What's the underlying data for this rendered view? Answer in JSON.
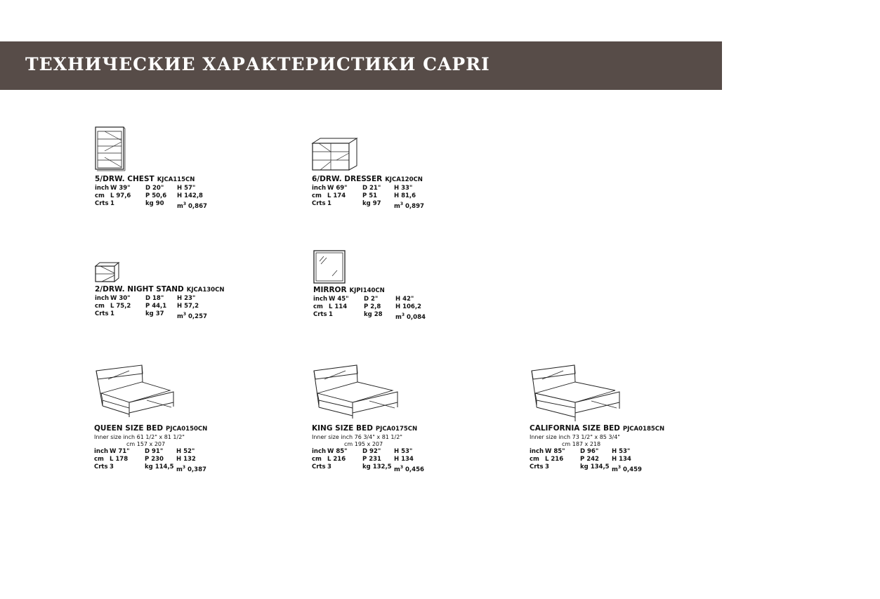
{
  "header": {
    "title": "ТЕХНИЧЕСКИЕ ХАРАКТЕРИСТИКИ CAPRI"
  },
  "items": [
    {
      "name": "5/DRW. CHEST",
      "code": "KJCA115CN",
      "rows": [
        [
          "inch",
          "W 39\"",
          "D 20\"",
          "H 57\""
        ],
        [
          "cm",
          "L 97,6",
          "P 50,6",
          "H 142,8"
        ],
        [
          "Crts",
          "1",
          "kg 90",
          "0,867"
        ]
      ]
    },
    {
      "name": "6/DRW. DRESSER",
      "code": "KJCA120CN",
      "rows": [
        [
          "inch",
          "W 69\"",
          "D 21\"",
          "H 33\""
        ],
        [
          "cm",
          "L 174",
          "P 51",
          "H 81,6"
        ],
        [
          "Crts",
          "1",
          "kg 97",
          "0,897"
        ]
      ]
    },
    {
      "name": "2/DRW. NIGHT STAND",
      "code": "KJCA130CN",
      "rows": [
        [
          "inch",
          "W 30\"",
          "D 18\"",
          "H 23\""
        ],
        [
          "cm",
          "L 75,2",
          "P 44,1",
          "H 57,2"
        ],
        [
          "Crts",
          "1",
          "kg 37",
          "0,257"
        ]
      ]
    },
    {
      "name": "MIRROR",
      "code": "KJPI140CN",
      "rows": [
        [
          "inch",
          "W 45\"",
          "D 2\"",
          "H 42\""
        ],
        [
          "cm",
          "L 114",
          "P 2,8",
          "H 106,2"
        ],
        [
          "Crts",
          "1",
          "kg 28",
          "0,084"
        ]
      ]
    },
    {
      "name": "QUEEN SIZE BED",
      "code": "PJCA0150CN",
      "inner_inch": "Inner size inch 61 1/2\" x 81 1/2\"",
      "inner_cm": "cm 157 x 207",
      "rows": [
        [
          "inch",
          "W 71\"",
          "D 91\"",
          "H 52\""
        ],
        [
          "cm",
          "L 178",
          "P 230",
          "H 132"
        ],
        [
          "Crts",
          "3",
          "kg 114,5",
          "0,387"
        ]
      ]
    },
    {
      "name": "KING SIZE BED",
      "code": "PJCA0175CN",
      "inner_inch": "Inner size inch 76 3/4\" x 81 1/2\"",
      "inner_cm": "cm 195 x 207",
      "rows": [
        [
          "inch",
          "W 85\"",
          "D 92\"",
          "H 53\""
        ],
        [
          "cm",
          "L 216",
          "P 231",
          "H 134"
        ],
        [
          "Crts",
          "3",
          "kg 132,5",
          "0,456"
        ]
      ]
    },
    {
      "name": "CALIFORNIA SIZE BED",
      "code": "PJCA0185CN",
      "inner_inch": "Inner size inch 73 1/2\" x 85 3/4\"",
      "inner_cm": "cm 187 x 218",
      "rows": [
        [
          "inch",
          "W 85\"",
          "D 96\"",
          "H 53\""
        ],
        [
          "cm",
          "L 216",
          "P 242",
          "H 134"
        ],
        [
          "Crts",
          "3",
          "kg 134,5",
          "0,459"
        ]
      ]
    }
  ],
  "m3_label": "m",
  "m3_sup": "3"
}
